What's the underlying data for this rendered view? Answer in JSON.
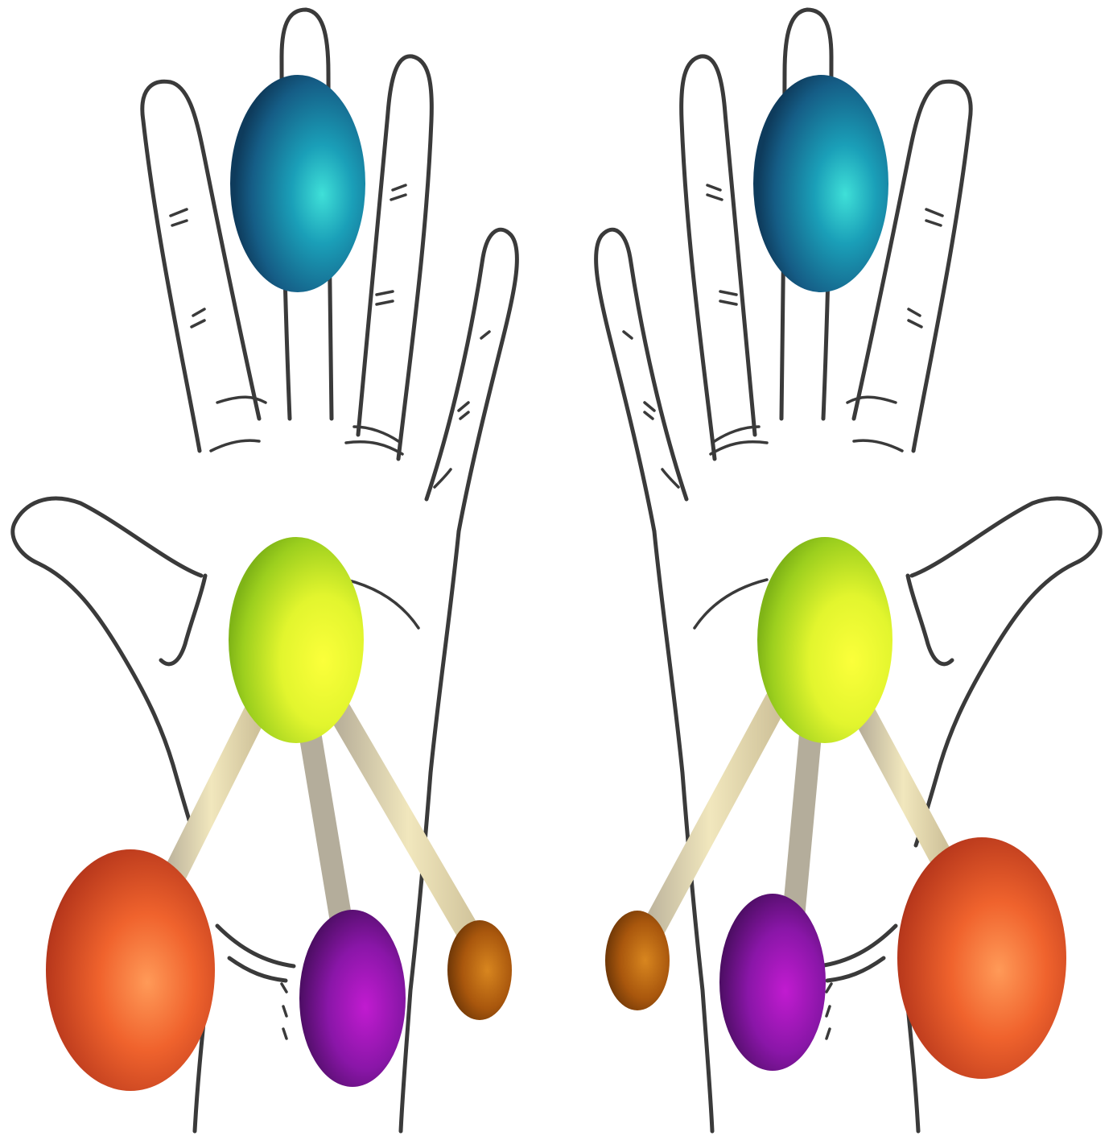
{
  "figure": {
    "subject": "chiral-molecule-hands",
    "colors": {
      "blue_atom": "#1e7fa6",
      "green_atom": "#c6ef2a",
      "red_atom": "#e0502a",
      "purple_atom": "#7a1aa0",
      "brown_atom": "#b5600e",
      "bond_light": "#e8dcae",
      "bond_dark": "#b9b09a",
      "outline": "#3a3a3a"
    },
    "models": [
      {
        "side": "left",
        "hand": "left-hand",
        "atoms": [
          "blue",
          "green",
          "red",
          "purple",
          "brown"
        ]
      },
      {
        "side": "right",
        "hand": "right-hand",
        "atoms": [
          "blue",
          "green",
          "brown",
          "purple",
          "red"
        ]
      }
    ]
  }
}
